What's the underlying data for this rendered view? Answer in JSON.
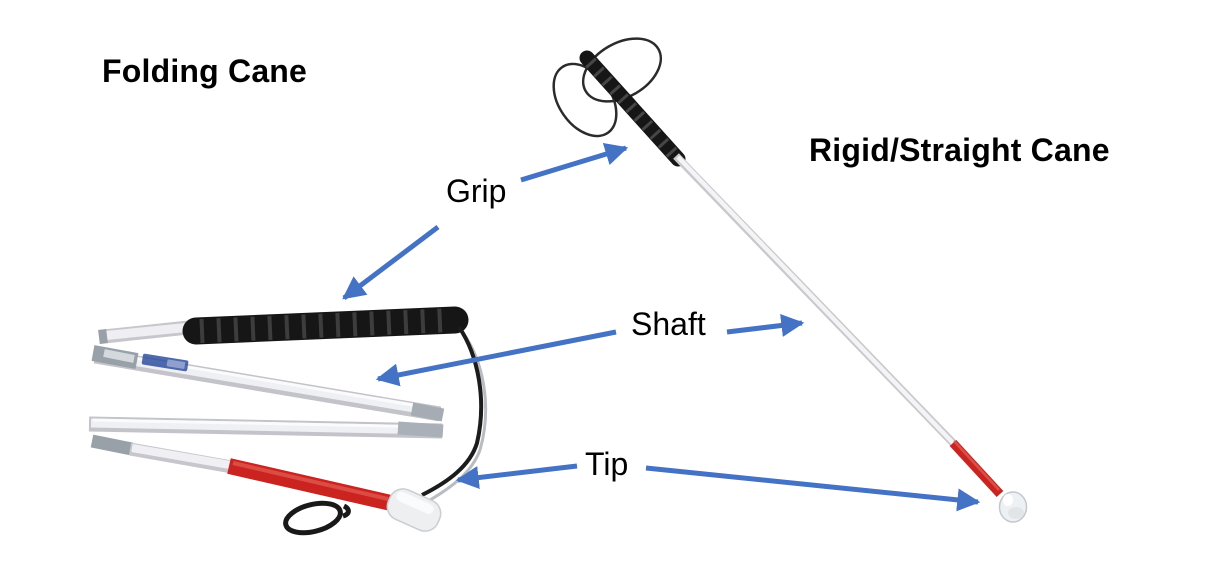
{
  "diagram": {
    "left_title": "Folding Cane",
    "right_title": "Rigid/Straight Cane",
    "part_labels": {
      "grip": "Grip",
      "shaft": "Shaft",
      "tip": "Tip"
    },
    "illustrations": {
      "folding_cane": "white folding cane, four segments with black foam grip, red bottom section, white tip, black elastic cord and loop",
      "straight_cane": "white rigid cane with black ribbed grip, wrist-strap loop, red section above white ball tip"
    },
    "colors": {
      "arrow_blue": "#4472C4",
      "cane_red": "#CB2420",
      "grip_black": "#161616",
      "shaft_silver": "#EFF0F4",
      "label_text": "#000000"
    }
  }
}
